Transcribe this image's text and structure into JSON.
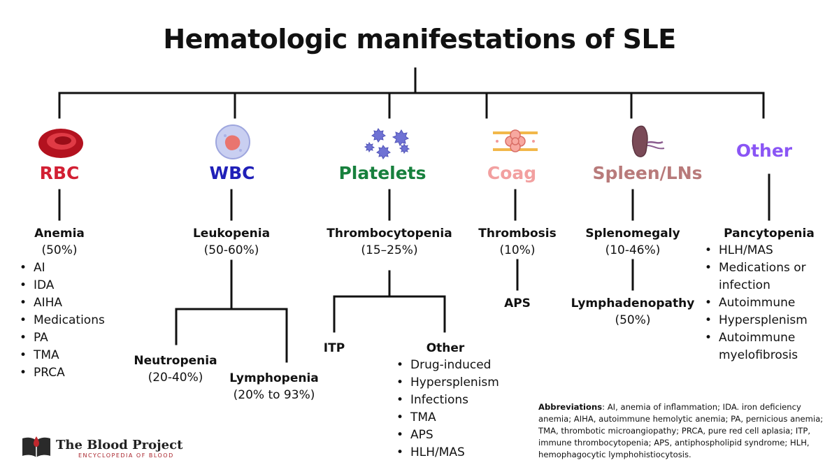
{
  "title": "Hematologic manifestations of SLE",
  "colors": {
    "rbc": "#d21f33",
    "wbc": "#2020b8",
    "platelets": "#17803d",
    "coag": "#f2a0a0",
    "spleen": "#b87a7a",
    "other": "#8a55f5",
    "line": "#111111"
  },
  "categories": {
    "rbc": {
      "label": "RBC",
      "icon": "red-blood-cell-icon"
    },
    "wbc": {
      "label": "WBC",
      "icon": "white-blood-cell-icon"
    },
    "platelets": {
      "label": "Platelets",
      "icon": "platelets-icon"
    },
    "coag": {
      "label": "Coag",
      "icon": "clot-in-vessel-icon"
    },
    "spleen": {
      "label": "Spleen/LNs",
      "icon": "spleen-icon"
    },
    "other": {
      "label": "Other"
    }
  },
  "rbc": {
    "heading": "Anemia",
    "stat": "(50%)",
    "items": [
      "AI",
      "IDA",
      "AIHA",
      "Medications",
      "PA",
      "TMA",
      "PRCA"
    ]
  },
  "wbc": {
    "heading": "Leukopenia",
    "stat": "(50-60%)",
    "neutropenia": {
      "heading": "Neutropenia",
      "stat": "(20-40%)"
    },
    "lymphopenia": {
      "heading": "Lymphopenia",
      "stat": "(20% to 93%)"
    }
  },
  "platelets": {
    "heading": "Thrombocytopenia",
    "stat": "(15–25%)",
    "itp": "ITP",
    "other": {
      "heading": "Other",
      "items": [
        "Drug-induced",
        "Hypersplenism",
        "Infections",
        "TMA",
        "APS",
        "HLH/MAS"
      ]
    }
  },
  "coag": {
    "heading": "Thrombosis",
    "stat": "(10%)",
    "aps": "APS"
  },
  "spleen": {
    "heading": "Splenomegaly",
    "stat": "(10-46%)",
    "lymph": {
      "heading": "Lymphadenopathy",
      "stat": "(50%)"
    }
  },
  "other": {
    "heading": "Pancytopenia",
    "items": [
      "HLH/MAS",
      "Medications or",
      "infection",
      "Autoimmune",
      "Hypersplenism",
      "Autoimmune",
      "myelofibrosis"
    ],
    "continuation": [
      false,
      false,
      true,
      false,
      false,
      false,
      true
    ]
  },
  "abbreviations": {
    "label": "Abbreviations",
    "text": ": AI, anemia of inflammation; IDA. iron deficiency anemia; AIHA, autoimmune hemolytic anemia; PA, pernicious anemia; TMA, thrombotic microangiopathy; PRCA, pure red cell aplasia; ITP, immune thrombocytopenia; APS, antiphospholipid syndrome; HLH, hemophagocytic lymphohistiocytosis."
  },
  "logo": {
    "name": "The Blood Project",
    "subtitle": "ENCYCLOPEDIA OF BLOOD"
  }
}
